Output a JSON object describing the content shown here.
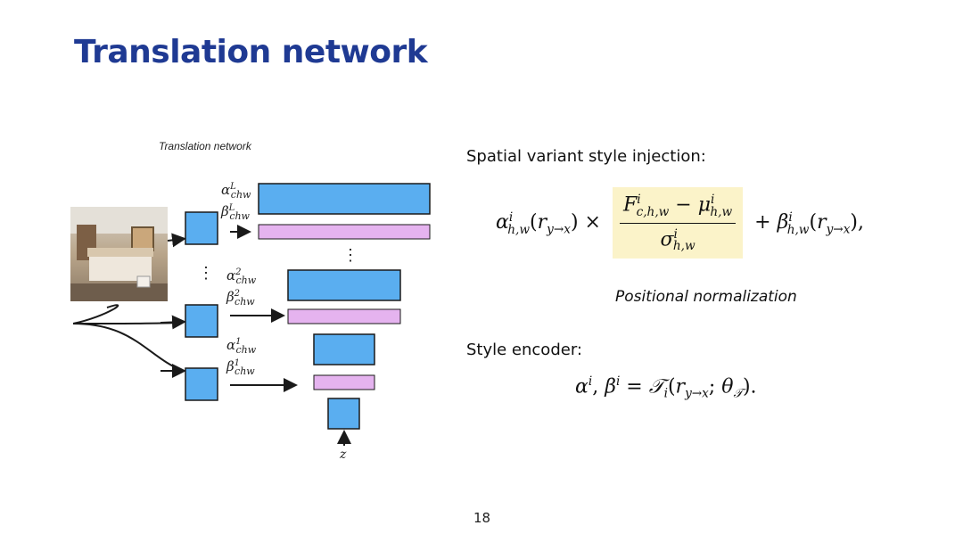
{
  "slide": {
    "title": "Translation network",
    "page_number": "18"
  },
  "diagram": {
    "title": "Translation network",
    "labels": {
      "alpha_L": "α",
      "alpha_L_sup": "L",
      "alpha_L_sub": "chw",
      "beta_L": "β",
      "beta_L_sup": "L",
      "beta_L_sub": "chw",
      "alpha_2": "α",
      "alpha_2_sup": "2",
      "alpha_2_sub": "chw",
      "beta_2": "β",
      "beta_2_sup": "2",
      "beta_2_sub": "chw",
      "alpha_1": "α",
      "alpha_1_sup": "1",
      "alpha_1_sub": "chw",
      "beta_1": "β",
      "beta_1_sup": "1",
      "beta_1_sub": "chw",
      "z": "z",
      "vdots": "⋮"
    },
    "colors": {
      "blue_block": "#5aaef0",
      "pink_block": "#e5b3ef",
      "stroke": "#1a1a1a"
    }
  },
  "text": {
    "spatial_heading": "Spatial variant style injection:",
    "positional_caption": "Positional normalization",
    "style_heading": "Style encoder:"
  }
}
